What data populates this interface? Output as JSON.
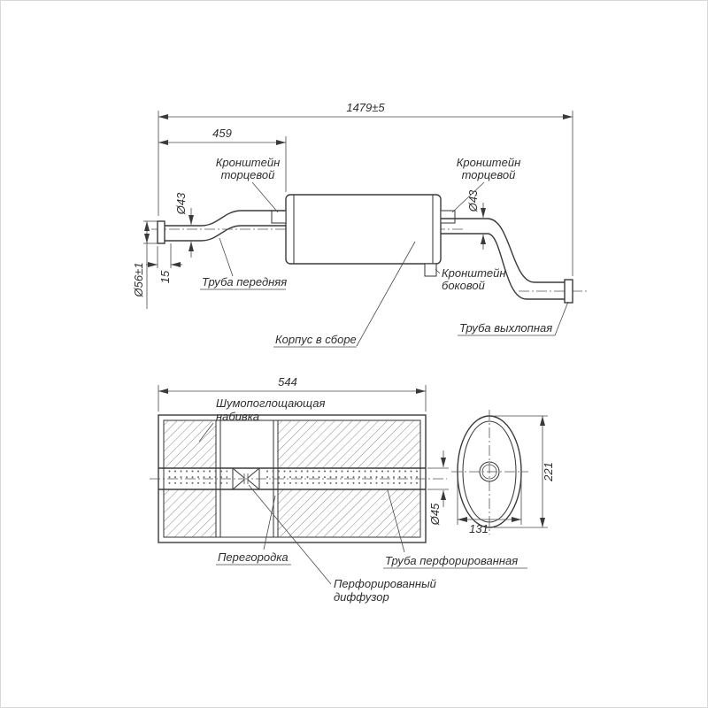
{
  "canvas": {
    "background": "#ffffff",
    "ink": "#3a3a3a",
    "border_color": "#d8d8d8"
  },
  "top": {
    "dim_overall": "1479±5",
    "dim_459": "459",
    "dim_d43_left": "Ø43",
    "dim_d43_right": "Ø43",
    "dim_d56": "Ø56±1",
    "dim_15": "15",
    "label_bracket_end_left_line1": "Кронштейн",
    "label_bracket_end_left_line2": "торцевой",
    "label_bracket_end_right_line1": "Кронштейн",
    "label_bracket_end_right_line2": "торцевой",
    "label_front_pipe": "Труба передняя",
    "label_side_bracket_line1": "Кронштейн",
    "label_side_bracket_line2": "боковой",
    "label_body": "Корпус в сборе",
    "label_exhaust_pipe": "Труба выхлопная"
  },
  "section": {
    "dim_length": "544",
    "dim_d45": "Ø45",
    "dim_height": "221",
    "dim_width": "131",
    "label_padding_line1": "Шумопоглощающая",
    "label_padding_line2": "набивка",
    "label_partition": "Перегородка",
    "label_perforated_pipe": "Труба перфорированная",
    "label_diffuser_line1": "Перфорированный",
    "label_diffuser_line2": "диффузор"
  }
}
